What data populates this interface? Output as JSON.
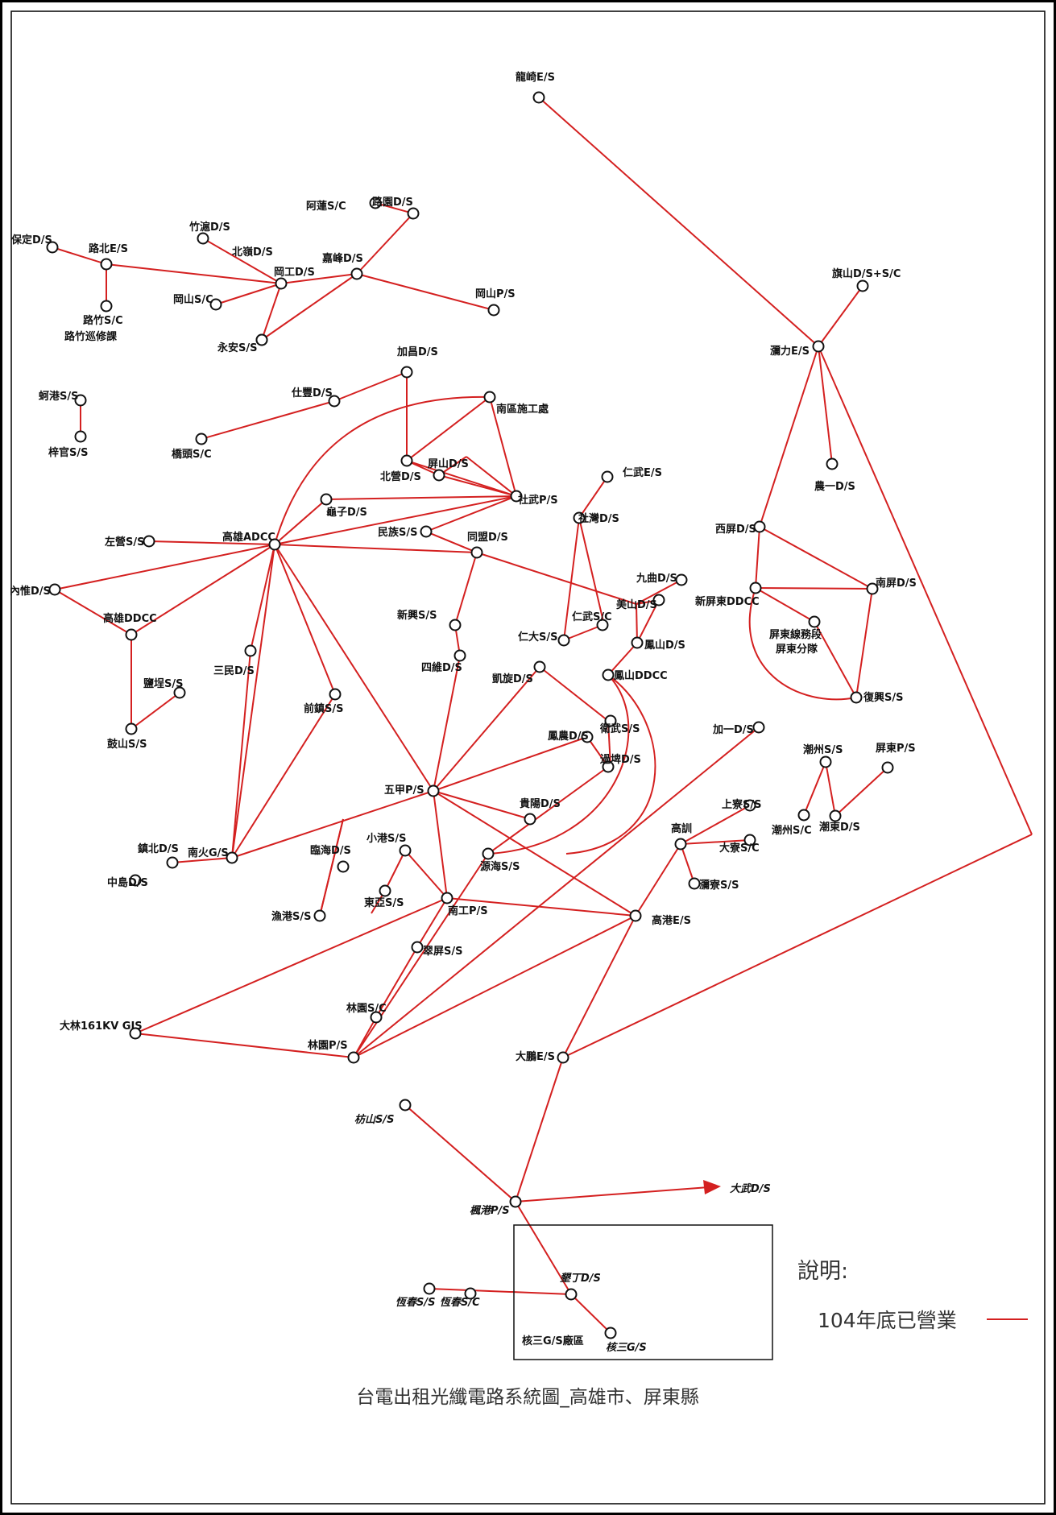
{
  "title": "台電出租光纖電路系統圖_高雄市、屏東縣",
  "legend": {
    "title": "說明:",
    "item": "104年底已營業",
    "line_color": "#d42020"
  },
  "box_label": "核三G/S廠區",
  "nodes": {
    "longqi": "龍崎E/S",
    "baoding": "保定D/S",
    "lubei": "路北E/S",
    "luzhu": "路竹S/C",
    "luzhu2": "路竹巡修課",
    "zhuhu": "竹滬D/S",
    "beiling": "北嶺D/S",
    "gangong": "岡工D/S",
    "gangshan_sc": "岡山S/C",
    "yongan": "永安S/S",
    "alian": "阿蓮S/C",
    "luyuan": "路園D/S",
    "jiafeng": "嘉峰D/S",
    "gangshan_ps": "岡山P/S",
    "qishan": "旗山D/S+S/C",
    "chaoli": "瀰力E/S",
    "nongyi": "農一D/S",
    "jiachang": "加昌D/S",
    "shifeng": "仕豐D/S",
    "qiaotou": "橋頭S/C",
    "mituo": "蚵港S/S",
    "ziguan": "梓官S/S",
    "nanqu": "南區施工處",
    "pingshan": "屏山D/S",
    "beixiang": "北營D/S",
    "guizi": "龜子D/S",
    "shewu": "社武P/S",
    "renwu_es": "仁武E/S",
    "shewan": "社灣D/S",
    "zuoying": "左營S/S",
    "gaoxiong_adcc": "高雄ADCC",
    "minzu": "民族S/S",
    "tongmeng": "同盟D/S",
    "neiwei": "內惟D/S",
    "gaoxiong_ddcc": "高雄DDCC",
    "sanmin": "三民D/S",
    "yancheng": "鹽埕S/S",
    "gushan": "鼓山S/S",
    "qianzhen": "前鎮S/S",
    "xinxing": "新興S/S",
    "siwei": "四維D/S",
    "renda": "仁大S/S",
    "renwu_sc": "仁武S/C",
    "jiuqu": "九曲D/S",
    "meishan": "美山D/S",
    "fengshan_ds": "鳳山D/S",
    "fengshan_ddcc": "鳳山DDCC",
    "kaixuan": "凱旋D/S",
    "weiwu": "衛武S/S",
    "xipingdong": "西屏D/S",
    "nanping": "南屏D/S",
    "xinpingdong": "新屏東DDCC",
    "pingdong_seg": "屏東線務段",
    "pingdong_seg2": "屏東分隊",
    "fuxing": "復興S/S",
    "jiayi": "加一D/S",
    "chaozhou": "潮州S/S",
    "chaozhou_sc": "潮州S/C",
    "chaodong": "潮東D/S",
    "pingdong_ps": "屏東P/S",
    "fengnong": "鳳農D/S",
    "guoping": "過埤D/S",
    "wujia": "五甲P/S",
    "guiyang": "貴陽D/S",
    "xiaogang": "小港S/S",
    "zhenbei": "鎮北D/S",
    "zhongdao": "中島D/S",
    "nanhuo": "南火G/S",
    "linhai": "臨海D/S",
    "donghai": "東亞S/S",
    "yugang": "漁港S/S",
    "yuanhai": "源海S/S",
    "nangong": "南工P/S",
    "gaogang": "高港E/S",
    "gaoxun": "高訓",
    "shangliao": "上寮S/S",
    "daliao_sc": "大寮S/C",
    "chaoliao": "瀰寮S/S",
    "cuiping": "翠屏S/S",
    "linyuan_sc": "林園S/C",
    "dalin": "大林161KV GIS",
    "linyuan_ps": "林園P/S",
    "dapeng": "大鵬E/S",
    "fangshan": "枋山S/S",
    "dawu": "大武D/S",
    "fenggang": "楓港P/S",
    "kending": "墾丁D/S",
    "hengchun_ss": "恆春S/S",
    "hengchun_sc": "恆春S/C",
    "hesan": "核三G/S"
  }
}
